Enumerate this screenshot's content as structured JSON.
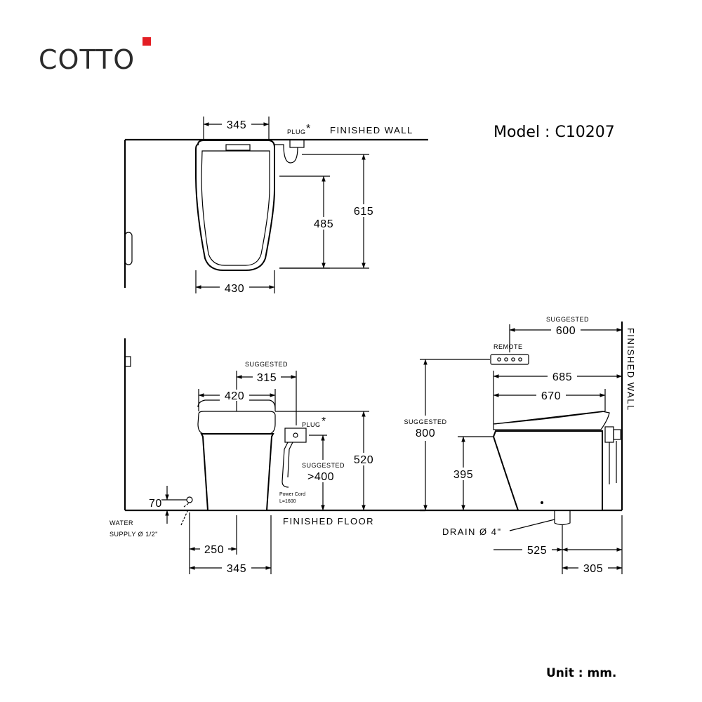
{
  "brand": {
    "name": "COTTO",
    "accent_color": "#e31e24"
  },
  "model": "Model : C10207",
  "unit": "Unit : mm.",
  "plan_view": {
    "finished_wall": "FINISHED  WALL",
    "plug": "PLUG",
    "asterisk": "*",
    "dims": {
      "seat_width_top": "345",
      "body_width": "430",
      "inner_length": "485",
      "total_length": "615"
    }
  },
  "front_view": {
    "suggested_1": "SUGGESTED",
    "dims": {
      "suggested_315": "315",
      "width_420": "420",
      "height_520": "520",
      "water_70": "70",
      "offset_250": "250",
      "width_345": "345"
    },
    "plug": "PLUG",
    "asterisk": "*",
    "suggested_2": "SUGGESTED",
    "plug_height": ">400",
    "power_cord_1": "Power Cord",
    "power_cord_2": "L=1600",
    "finished_floor": "FINISHED  FLOOR",
    "water_supply_1": "WATER",
    "water_supply_2": "SUPPLY Ø 1/2\""
  },
  "side_view": {
    "suggested_top": "SUGGESTED",
    "dims": {
      "remote_600": "600",
      "length_685": "685",
      "length_670": "670",
      "height_395": "395",
      "drain_525": "525",
      "drain_305": "305"
    },
    "remote": "REMOTE",
    "suggested_left": "SUGGESTED",
    "remote_height": "800",
    "drain": "DRAIN Ø 4\"",
    "finished_wall": "FINISHED  WALL"
  }
}
